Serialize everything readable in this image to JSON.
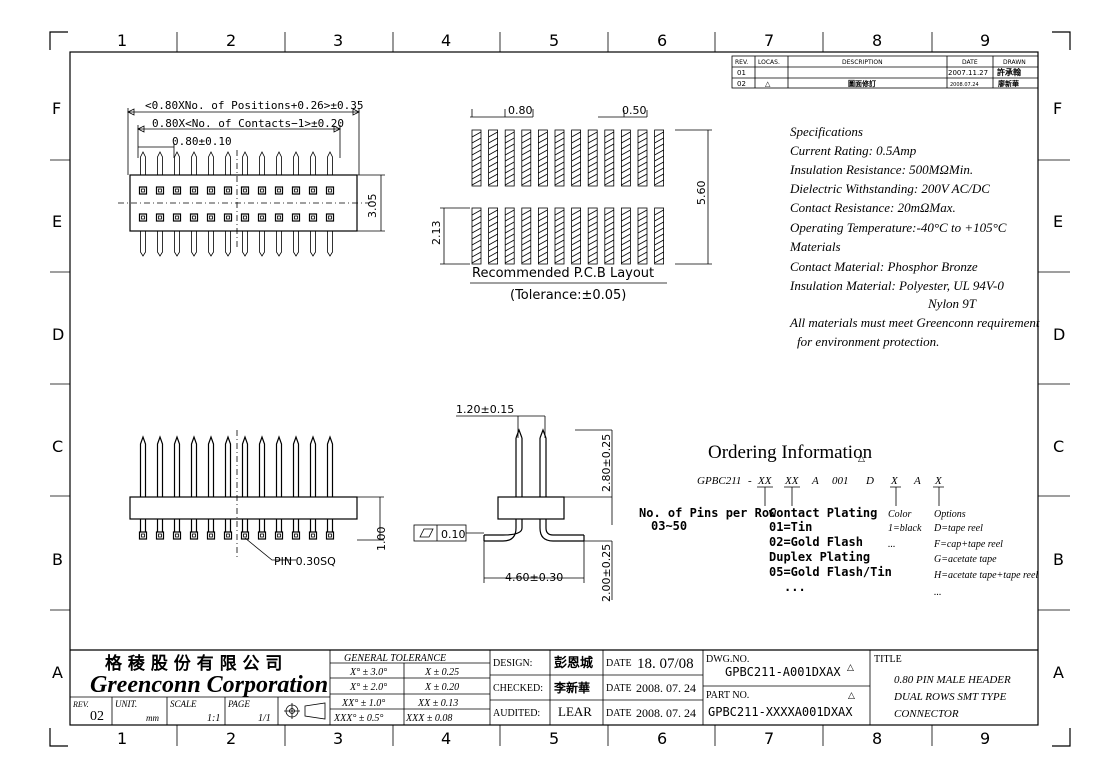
{
  "grid": {
    "columns": [
      "1",
      "2",
      "3",
      "4",
      "5",
      "6",
      "7",
      "8",
      "9"
    ],
    "rows": [
      "F",
      "E",
      "D",
      "C",
      "B",
      "A"
    ]
  },
  "revision_table": {
    "headers": {
      "rev": "REV.",
      "locas": "LOCAS.",
      "description": "DESCRIPTION",
      "date": "DATE",
      "drawn": "DRAWN"
    },
    "rows": [
      {
        "rev": "01",
        "locas": "",
        "description": "",
        "date": "2007.11.27",
        "drawn": "許承翰"
      },
      {
        "rev": "02",
        "locas": "△",
        "description": "圖面修訂",
        "date": "2008.07.24",
        "drawn": "廖新華"
      }
    ]
  },
  "top_view": {
    "dim_positions": "<0.80XNo. of Positions+0.26>±0.35",
    "dim_contacts": "0.80X<No. of Contacts−1>±0.20",
    "dim_pitch": "0.80±0.10",
    "dim_height": "3.05"
  },
  "pcb_layout": {
    "dim_pitch": "0.80",
    "dim_pad": "0.50",
    "dim_total": "5.60",
    "dim_pad_len": "2.13",
    "title": "Recommended P.C.B Layout",
    "tolerance": "(Tolerance:±0.05)"
  },
  "front_view": {
    "pin_label": "PIN 0.30SQ",
    "dim_base": "1.00"
  },
  "side_view": {
    "dim_width": "1.20±0.15",
    "dim_top": "2.80±0.25",
    "dim_bottom": "2.00±0.25",
    "dim_foot": "4.60±0.30",
    "flatness": "0.10"
  },
  "specifications": {
    "lines": [
      "Specifications",
      "Current Rating:  0.5Amp",
      "Insulation Resistance:  500MΩMin.",
      "Dielectric Withstanding:  200V AC/DC",
      "Contact Resistance:  20mΩMax.",
      "Operating Temperature:-40°C to +105°C",
      "Materials",
      "Contact Material: Phosphor Bronze",
      "Insulation Material: Polyester, UL 94V-0",
      "Nylon 9T",
      "All materials must meet Greenconn requirement",
      "for environment protection."
    ]
  },
  "ordering": {
    "title": "Ordering Information",
    "code": [
      "GPBC211",
      "-",
      "XX",
      "XX",
      "A",
      "001",
      "D",
      "X",
      "A",
      "X"
    ],
    "pins_label": "No. of Pins per Row",
    "pins_range": "03~50",
    "plating_title": "Contact Plating",
    "plating": [
      "01=Tin",
      "02=Gold Flash",
      "Duplex Plating",
      "05=Gold Flash/Tin",
      "..."
    ],
    "color_title": "Color",
    "color_items": [
      "1=black",
      "..."
    ],
    "options_title": "Options",
    "options_items": [
      "D=tape reel",
      "F=cap+tape reel",
      "G=acetate tape",
      "H=acetate tape+tape reel",
      "..."
    ]
  },
  "title_block": {
    "company_cn": "格 稜 股 份 有 限 公 司",
    "company_en": "Greenconn Corporation",
    "rev_label": "REV.",
    "rev_value": "02",
    "unit_label": "UNIT.",
    "unit_value": "mm",
    "scale_label": "SCALE",
    "scale_value": "1:1",
    "page_label": "PAGE",
    "page_value": "1/1",
    "tol_title": "GENERAL   TOLERANCE",
    "tol": [
      [
        "X° ± 3.0°",
        "X ± 0.25"
      ],
      [
        "X° ± 2.0°",
        "X ± 0.20"
      ],
      [
        "XX° ± 1.0°",
        "XX ± 0.13"
      ],
      [
        "XXX° ± 0.5°",
        "XXX ± 0.08"
      ]
    ],
    "design_label": "DESIGN:",
    "design_name": "彭恩城",
    "checked_label": "CHECKED:",
    "checked_name": "李新華",
    "audited_label": "AUDITED:",
    "audited_name": "LEAR",
    "date_label": "DATE",
    "date1": "18. 07/08",
    "date2": "2008. 07. 24",
    "date3": "2008. 07. 24",
    "dwg_label": "DWG.NO.",
    "dwg_value": "GPBC211-A001DXAX",
    "part_label": "PART NO.",
    "part_value": "GPBC211-XXXXA001DXAX",
    "title_label": "TITLE",
    "title_lines": [
      "0.80 PIN MALE HEADER",
      "DUAL ROWS SMT TYPE",
      "CONNECTOR"
    ]
  }
}
